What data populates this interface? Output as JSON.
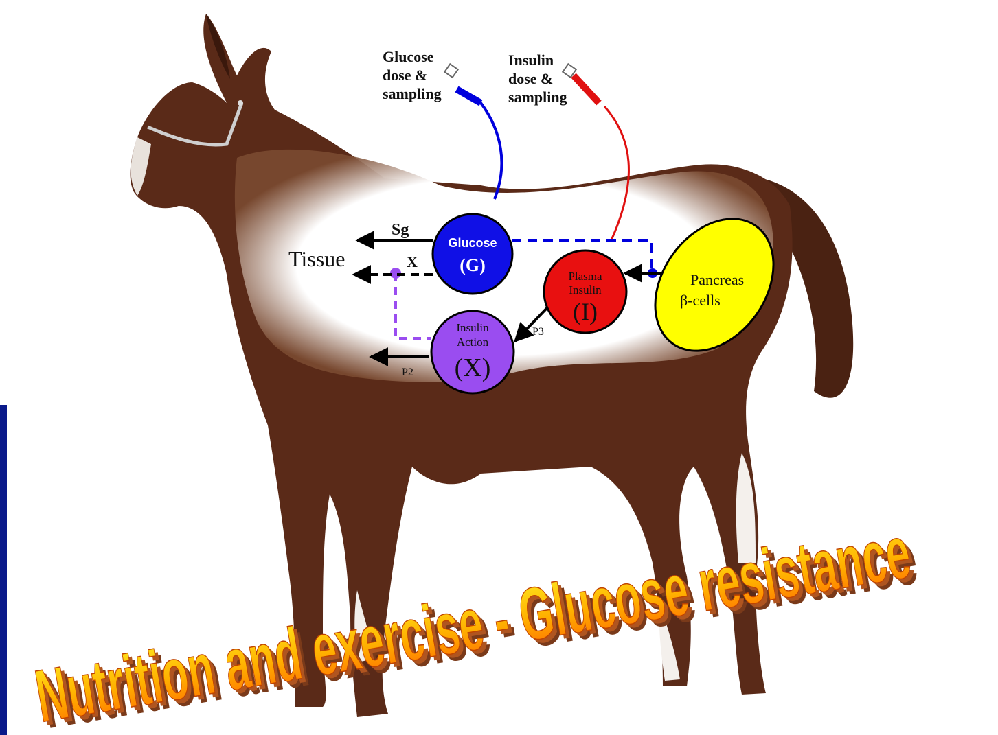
{
  "slide": {
    "title": "Nutrition and exercise - Glucose resistance"
  },
  "diagram": {
    "glucose_line": [
      "Glucose",
      "dose &",
      "sampling"
    ],
    "insulin_line": [
      "Insulin",
      "dose &",
      "sampling"
    ],
    "nodes": {
      "glucose": {
        "label": "Glucose",
        "symbol": "(G)",
        "color": "#1010e6"
      },
      "plasma_insulin": {
        "label1": "Plasma",
        "label2": "Insulin",
        "symbol": "(I)",
        "color": "#e81010"
      },
      "insulin_action": {
        "label1": "Insulin",
        "label2": "Action",
        "symbol": "(X)",
        "color": "#9a4df0"
      },
      "pancreas": {
        "label1": "Pancreas",
        "label2": "β-cells",
        "color": "#ffff00"
      }
    },
    "arrow_labels": {
      "sg": "Sg",
      "x": "X",
      "tissue": "Tissue",
      "p2": "P2",
      "p3": "P3"
    }
  }
}
